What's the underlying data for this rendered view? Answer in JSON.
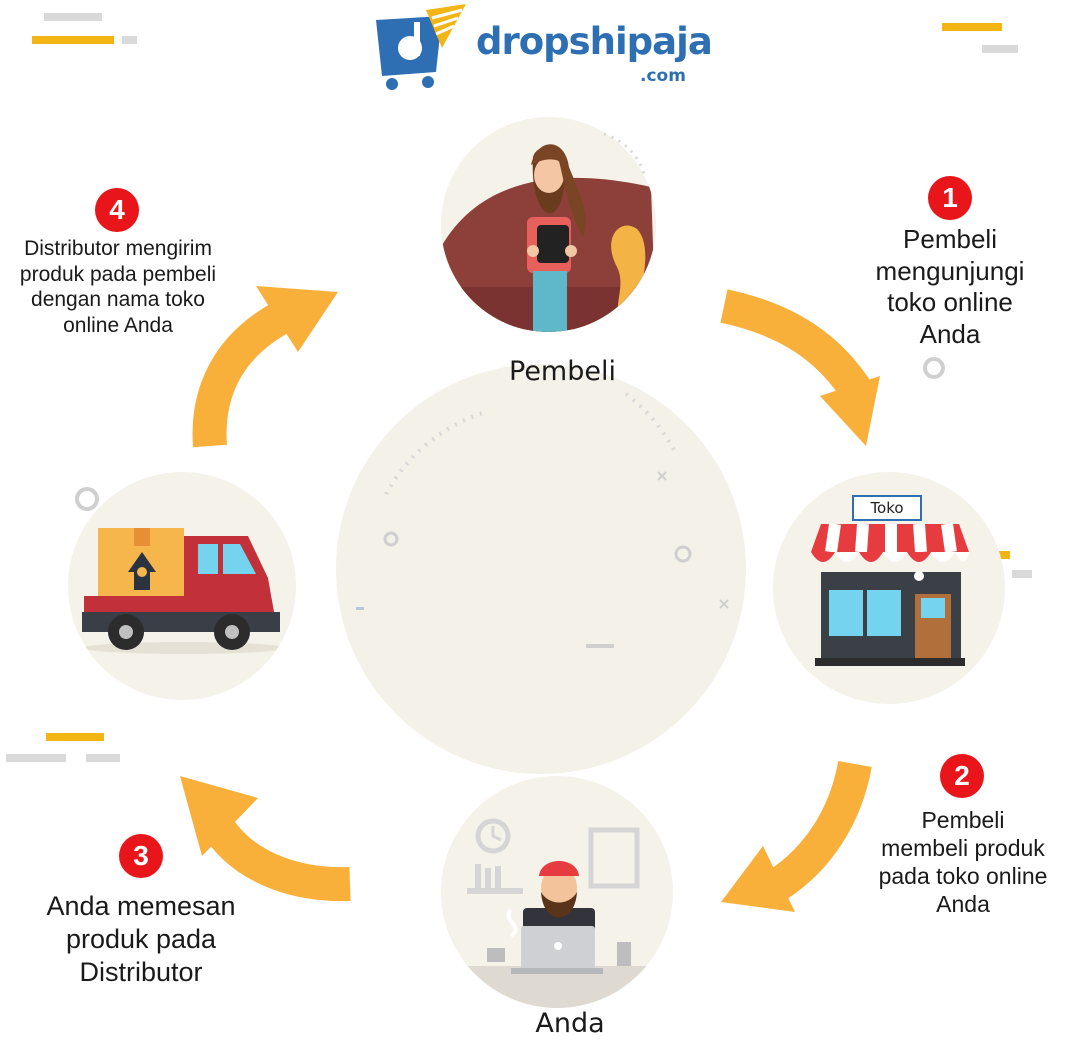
{
  "logo": {
    "name": "dropshipaja",
    "suffix": ".com"
  },
  "nodes": {
    "buyer": "Pembeli",
    "shop": "Toko",
    "you": "Anda"
  },
  "steps": [
    {
      "number": "1",
      "text": [
        "Pembeli",
        "mengunjungi",
        "toko online",
        "Anda"
      ]
    },
    {
      "number": "2",
      "text": [
        "Pembeli",
        "membeli produk",
        "pada toko online",
        "Anda"
      ]
    },
    {
      "number": "3",
      "text": [
        "Anda memesan",
        "produk pada",
        "Distributor"
      ]
    },
    {
      "number": "4",
      "text": [
        "Distributor mengirim",
        "produk pada pembeli",
        "dengan nama toko",
        "online Anda"
      ]
    }
  ],
  "colors": {
    "arrow": "#f8b03b",
    "badge": "#e8161b",
    "logo_blue": "#2e6fb3",
    "accent_yellow": "#f2b514",
    "deco_gray": "#d7d7d7"
  }
}
